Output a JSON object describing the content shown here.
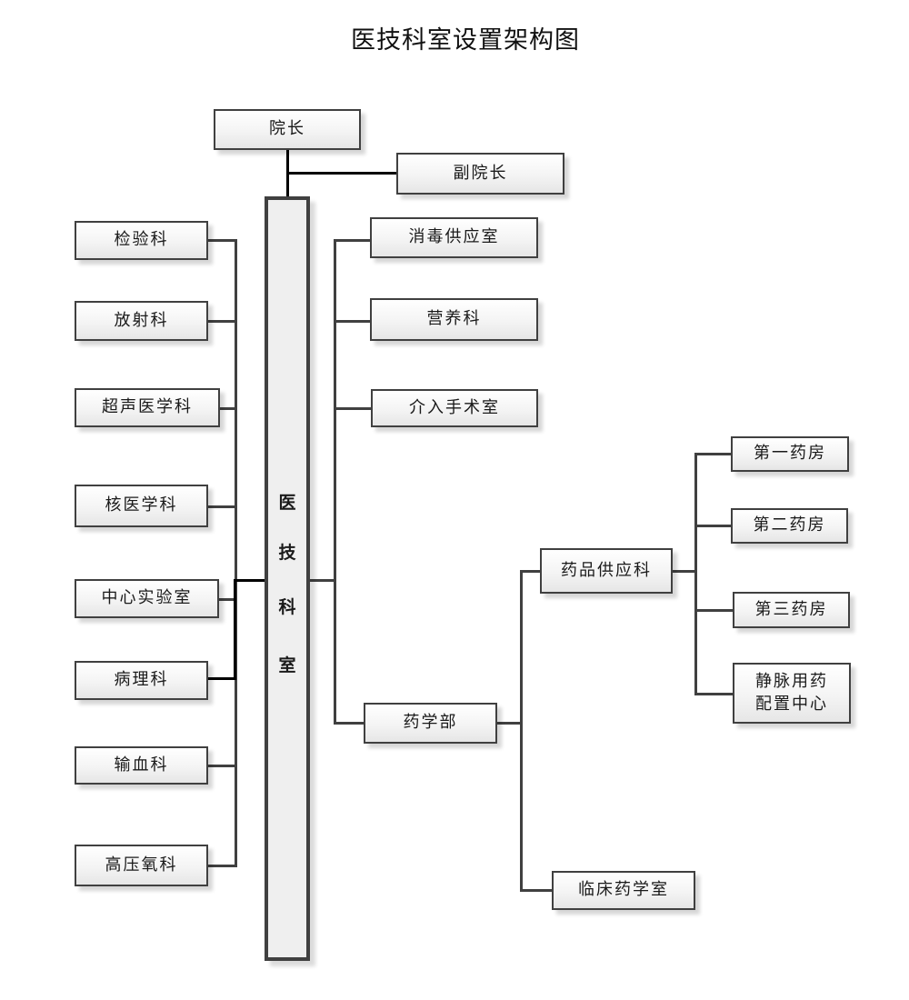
{
  "title": "医技科室设置架构图",
  "colors": {
    "node_border": "#404040",
    "line": "#404040",
    "highlight_line": "#000000",
    "node_fill": "#f4f4f4"
  },
  "top": {
    "president": "院长",
    "vice_president": "副院长"
  },
  "center": {
    "label": "医技科室",
    "chars": [
      "医",
      "技",
      "科",
      "室"
    ]
  },
  "left_departments": [
    "检验科",
    "放射科",
    "超声医学科",
    "核医学科",
    "中心实验室",
    "病理科",
    "输血科",
    "高压氧科"
  ],
  "right_departments": [
    "消毒供应室",
    "营养科",
    "介入手术室",
    "药学部"
  ],
  "pharmacy": {
    "name": "药学部",
    "children": [
      "药品供应科",
      "临床药学室"
    ],
    "drug_supply": {
      "name": "药品供应科",
      "children": [
        "第一药房",
        "第二药房",
        "第三药房",
        {
          "line1": "静脉用药",
          "line2": "配置中心"
        }
      ]
    }
  }
}
